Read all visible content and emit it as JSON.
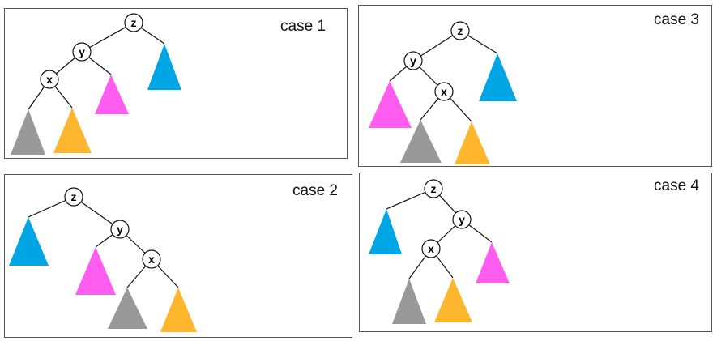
{
  "colors": {
    "blue": "#00a6e4",
    "pink": "#ff5cf0",
    "gray": "#999999",
    "orange": "#ffb62f",
    "edge": "#111111",
    "node_fill": "#ffffff"
  },
  "panels": [
    {
      "label": "case 1",
      "nodes": [
        {
          "id": "z",
          "label": "z"
        },
        {
          "id": "y",
          "label": "y"
        },
        {
          "id": "x",
          "label": "x"
        }
      ],
      "edges": [
        [
          "z",
          "y"
        ],
        [
          "z",
          "t_blue"
        ],
        [
          "y",
          "x"
        ],
        [
          "y",
          "t_pink"
        ],
        [
          "x",
          "t_gray"
        ],
        [
          "x",
          "t_orange"
        ]
      ],
      "subtrees": [
        {
          "id": "t_blue",
          "color": "blue"
        },
        {
          "id": "t_pink",
          "color": "pink"
        },
        {
          "id": "t_gray",
          "color": "gray"
        },
        {
          "id": "t_orange",
          "color": "orange"
        }
      ]
    },
    {
      "label": "case 3",
      "nodes": [
        {
          "id": "z",
          "label": "z"
        },
        {
          "id": "y",
          "label": "y"
        },
        {
          "id": "x",
          "label": "x"
        }
      ],
      "edges": [
        [
          "z",
          "y"
        ],
        [
          "z",
          "t_blue"
        ],
        [
          "y",
          "t_pink"
        ],
        [
          "y",
          "x"
        ],
        [
          "x",
          "t_gray"
        ],
        [
          "x",
          "t_orange"
        ]
      ],
      "subtrees": [
        {
          "id": "t_blue",
          "color": "blue"
        },
        {
          "id": "t_pink",
          "color": "pink"
        },
        {
          "id": "t_gray",
          "color": "gray"
        },
        {
          "id": "t_orange",
          "color": "orange"
        }
      ]
    },
    {
      "label": "case 2",
      "nodes": [
        {
          "id": "z",
          "label": "z"
        },
        {
          "id": "y",
          "label": "y"
        },
        {
          "id": "x",
          "label": "x"
        }
      ],
      "edges": [
        [
          "z",
          "t_blue"
        ],
        [
          "z",
          "y"
        ],
        [
          "y",
          "t_pink"
        ],
        [
          "y",
          "x"
        ],
        [
          "x",
          "t_gray"
        ],
        [
          "x",
          "t_orange"
        ]
      ],
      "subtrees": [
        {
          "id": "t_blue",
          "color": "blue"
        },
        {
          "id": "t_pink",
          "color": "pink"
        },
        {
          "id": "t_gray",
          "color": "gray"
        },
        {
          "id": "t_orange",
          "color": "orange"
        }
      ]
    },
    {
      "label": "case 4",
      "nodes": [
        {
          "id": "z",
          "label": "z"
        },
        {
          "id": "y",
          "label": "y"
        },
        {
          "id": "x",
          "label": "x"
        }
      ],
      "edges": [
        [
          "z",
          "t_blue"
        ],
        [
          "z",
          "y"
        ],
        [
          "y",
          "x"
        ],
        [
          "y",
          "t_pink"
        ],
        [
          "x",
          "t_gray"
        ],
        [
          "x",
          "t_orange"
        ]
      ],
      "subtrees": [
        {
          "id": "t_blue",
          "color": "blue"
        },
        {
          "id": "t_pink",
          "color": "pink"
        },
        {
          "id": "t_gray",
          "color": "gray"
        },
        {
          "id": "t_orange",
          "color": "orange"
        }
      ]
    }
  ]
}
